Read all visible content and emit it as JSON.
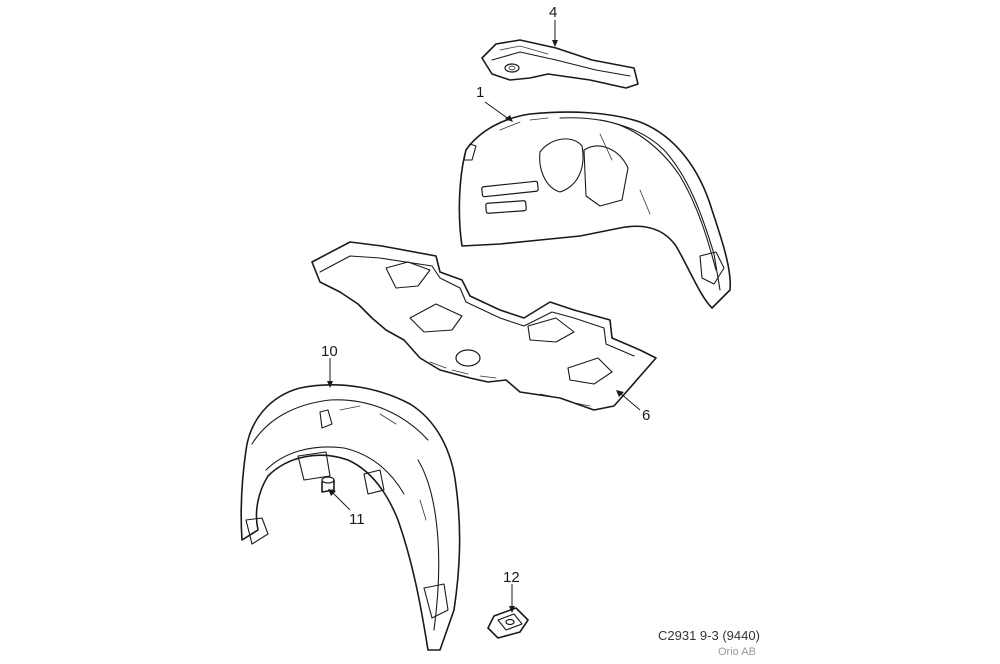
{
  "callouts": {
    "c1": "1",
    "c4": "4",
    "c6": "6",
    "c10": "10",
    "c11": "11",
    "c12": "12"
  },
  "footer": {
    "code": "C2931 9-3 (9440)",
    "company": "Orio AB"
  },
  "colors": {
    "line": "#1a1a1a",
    "background": "#ffffff",
    "company_text": "#9a9a9a"
  }
}
